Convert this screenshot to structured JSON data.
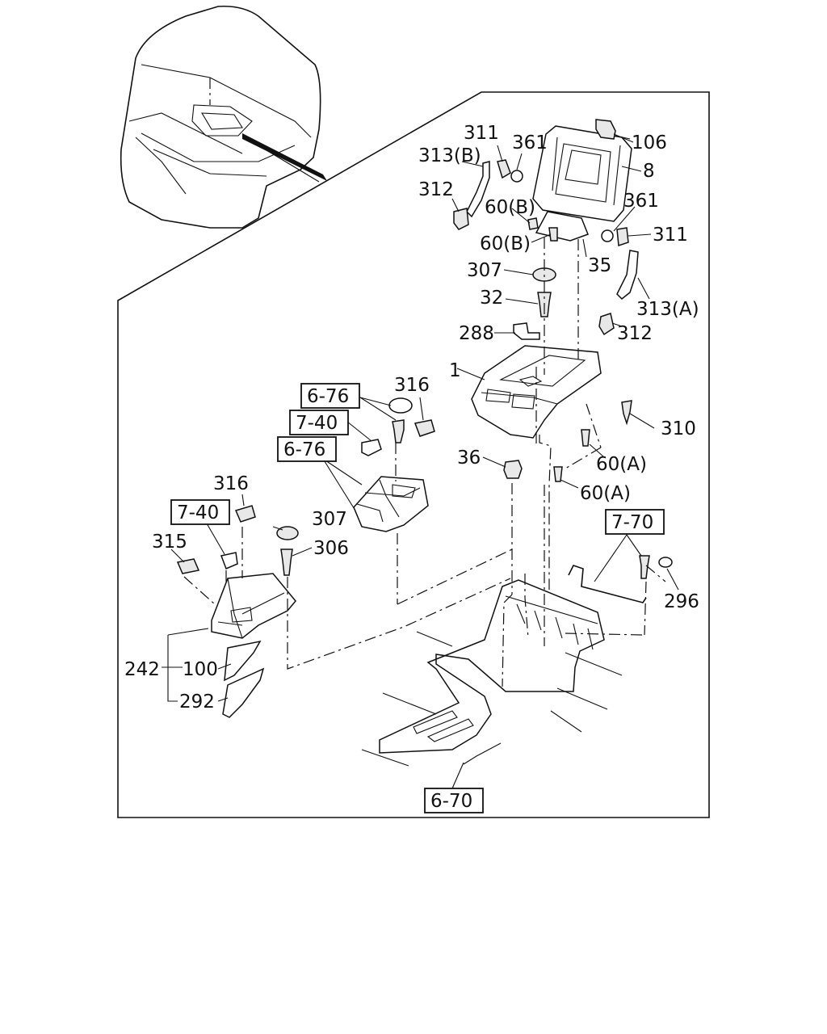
{
  "labels": {
    "p106": "106",
    "p8": "8",
    "p361a": "361",
    "p311a": "311",
    "p313b": "313(B)",
    "p312a": "312",
    "p60b1": "60(B)",
    "p361b": "361",
    "p311b": "311",
    "p60b2": "60(B)",
    "p35": "35",
    "p307a": "307",
    "p32": "32",
    "p313a": "313(A)",
    "p312b": "312",
    "p288": "288",
    "p1": "1",
    "p316a": "316",
    "p310": "310",
    "p60a1": "60(A)",
    "p36": "36",
    "p60a2": "60(A)",
    "p316b": "316",
    "p307b": "307",
    "p306": "306",
    "p315": "315",
    "p296": "296",
    "p242": "242",
    "p100": "100",
    "p292": "292"
  },
  "refs": {
    "r676a": "6-76",
    "r740a": "7-40",
    "r676b": "6-76",
    "r740b": "7-40",
    "r770": "7-70",
    "r670": "6-70"
  }
}
